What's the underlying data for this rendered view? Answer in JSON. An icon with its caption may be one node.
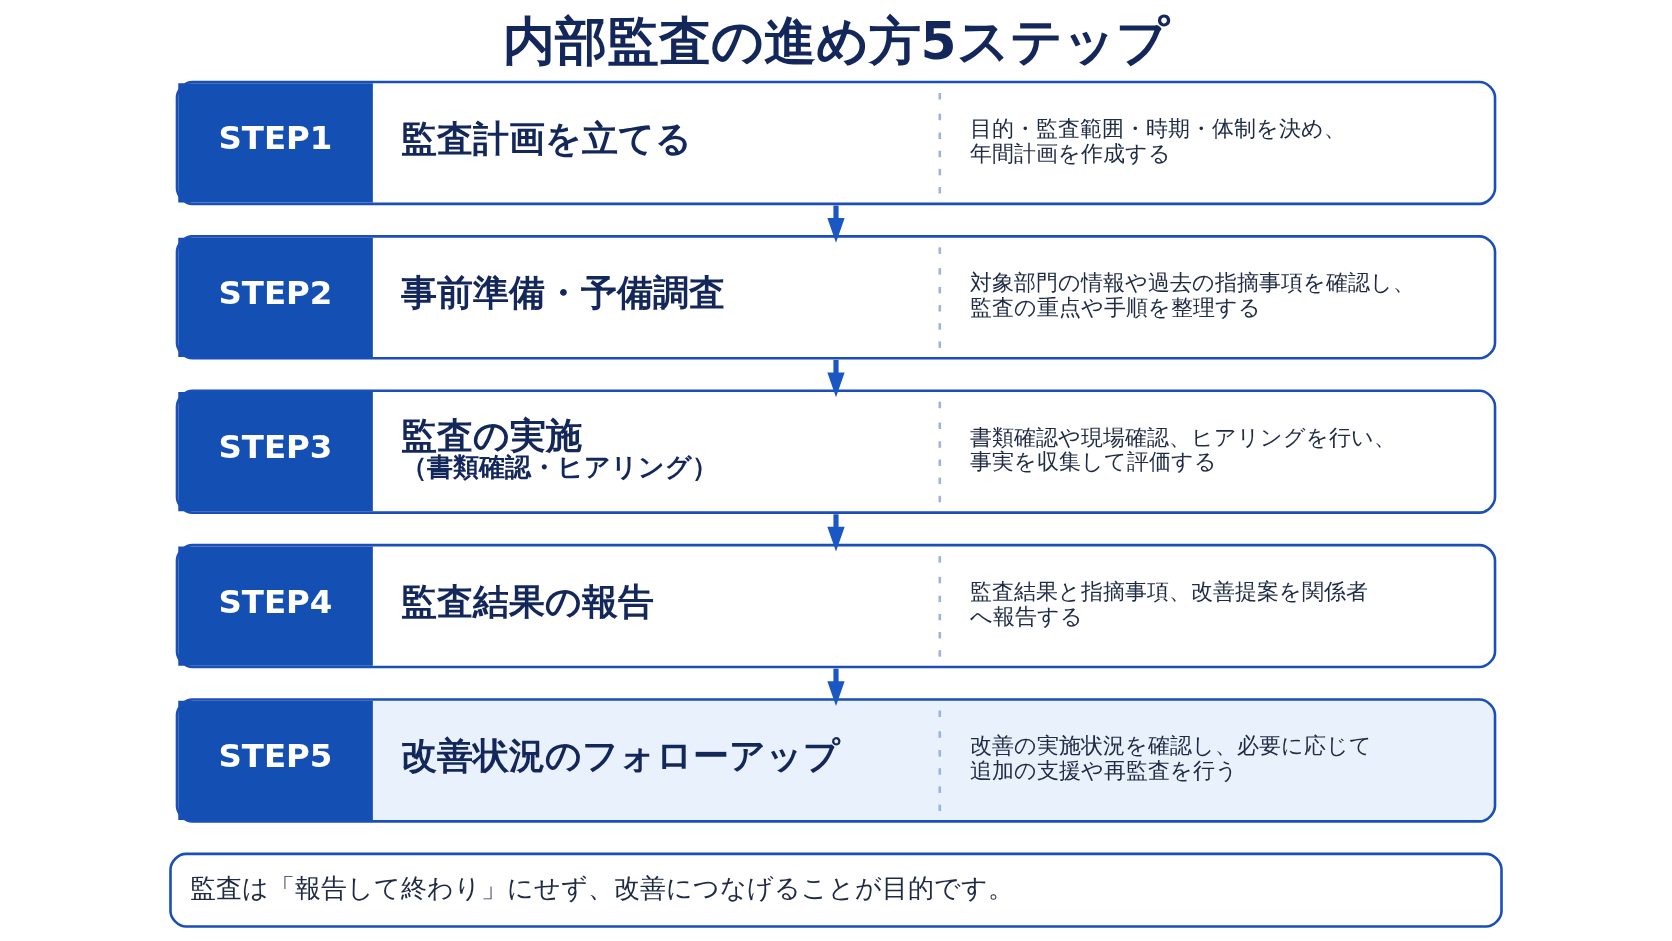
{
  "diagram": {
    "title": "内部監査の進め方5ステップ",
    "nodes": [
      {
        "text": [
          "STEP1",
          "監査計画を立てる",
          "目的・監査範囲・時期・体制を決め、年間計画を作成する"
        ]
      },
      {
        "text": [
          "STEP2",
          "事前準備・予備調査",
          "対象部門の情報や過去の指摘事項を確認し、監査の重点や手順を整理する"
        ]
      },
      {
        "text": [
          "STEP3",
          "監査の実施",
          "（書類確認・ヒアリング）",
          "書類確認や現場確認、ヒアリングを行い、事実を収集して評価する"
        ]
      },
      {
        "text": [
          "STEP4",
          "監査結果の報告",
          "監査結果と指摘事項、改善提案を関係者へ報告する"
        ]
      },
      {
        "text": [
          "STEP5",
          "改善状況のフォローアップ",
          "改善の実施状況を確認し、必要に応じて追加の支援や再監査を行う"
        ]
      },
      {
        "text": [
          "監査は「報告して終わり」にせず、改善につなげることが目的です。"
        ]
      }
    ],
    "edges": [
      {
        "from": 0,
        "to": 1,
        "arrow": "to"
      },
      {
        "from": 1,
        "to": 2,
        "arrow": "to"
      },
      {
        "from": 2,
        "to": 3,
        "arrow": "to"
      },
      {
        "from": 3,
        "to": 4,
        "arrow": "to"
      }
    ]
  }
}
